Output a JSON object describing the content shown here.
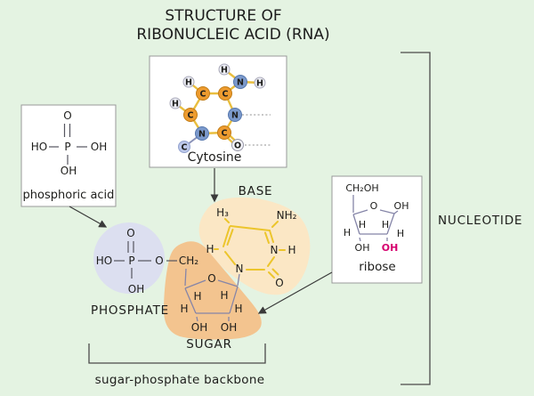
{
  "title": {
    "line1": "STRUCTURE OF",
    "line2": "RIBONUCLEIC ACID (RNA)"
  },
  "colors": {
    "background": "#e4f3e2",
    "box_fill": "#ffffff",
    "box_border": "#999999",
    "base_blob": "#fbe7c5",
    "sugar_blob": "#f3c48f",
    "phosphate_circle": "#dcdff0",
    "bond_yellow": "#e9be3e",
    "bond_purple": "#8585a8",
    "carbon_ball": "#ed9b2f",
    "nitrogen_ball": "#7b99cc",
    "hydrogen_ball": "#edeef6",
    "oxygen_ball": "#f2f2f8",
    "linker_carbon_ball": "#bcc8ea",
    "highlight_oh": "#d6006e",
    "text": "#1d1d1b"
  },
  "cytosine_box": {
    "label": "Cytosine",
    "atoms": {
      "h_amino_top": "H",
      "n_amino": "N",
      "h_amino_right": "H",
      "h_c5": "H",
      "c5": "C",
      "c4": "C",
      "h_c6": "H",
      "c6": "C",
      "n3": "N",
      "n1": "N",
      "c2": "C",
      "o": "O",
      "c_link": "C"
    }
  },
  "phosphoric_acid_box": {
    "o_top": "O",
    "ho_left": "HO",
    "p": "P",
    "oh_right": "OH",
    "oh_bottom": "OH",
    "label": "phosphoric acid"
  },
  "phosphate": {
    "o_top": "O",
    "ho_left": "HO",
    "p": "P",
    "o_right": "O",
    "oh_bottom": "OH",
    "label": "PHOSPHATE"
  },
  "sugar": {
    "ch2": "CH₂",
    "o_ring": "O",
    "h_ul": "H",
    "h_ur": "H",
    "h_left": "H",
    "h_right": "H",
    "oh_left": "OH",
    "oh_right": "OH",
    "label": "SUGAR"
  },
  "base": {
    "label": "BASE",
    "h3": "H₃",
    "nh2": "NH₂",
    "h_left": "H",
    "n_right": "N",
    "h_right": "H",
    "n_bottom": "N",
    "o": "O"
  },
  "ribose_box": {
    "ch2oh": "CH₂OH",
    "o_ring": "O",
    "oh_top": "OH",
    "h_ul": "H",
    "h_ur": "H",
    "h_left": "H",
    "h_right": "H",
    "oh_left": "OH",
    "oh_right": "OH",
    "label": "ribose"
  },
  "annotations": {
    "nucleotide": "NUCLEOTIDE",
    "backbone": "sugar-phosphate backbone"
  }
}
